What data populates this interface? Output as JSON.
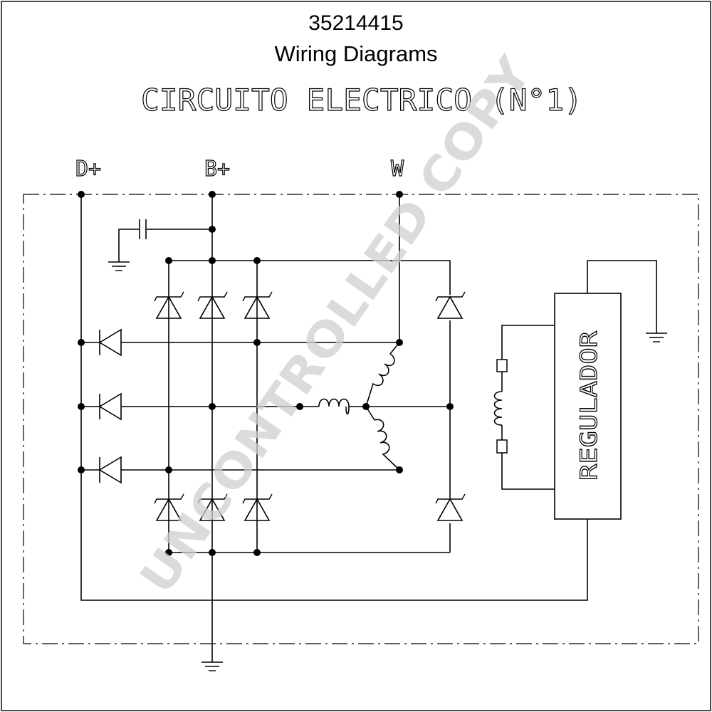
{
  "header": {
    "part_number": "35214415",
    "subtitle": "Wiring Diagrams",
    "circuit_title": "CIRCUITO ELECTRICO (N°1)"
  },
  "terminals": {
    "d_plus": "D+",
    "b_plus": "B+",
    "w": "W"
  },
  "regulator": {
    "label": "REGULADOR"
  },
  "watermark": "UNCONTROLLED COPY"
}
